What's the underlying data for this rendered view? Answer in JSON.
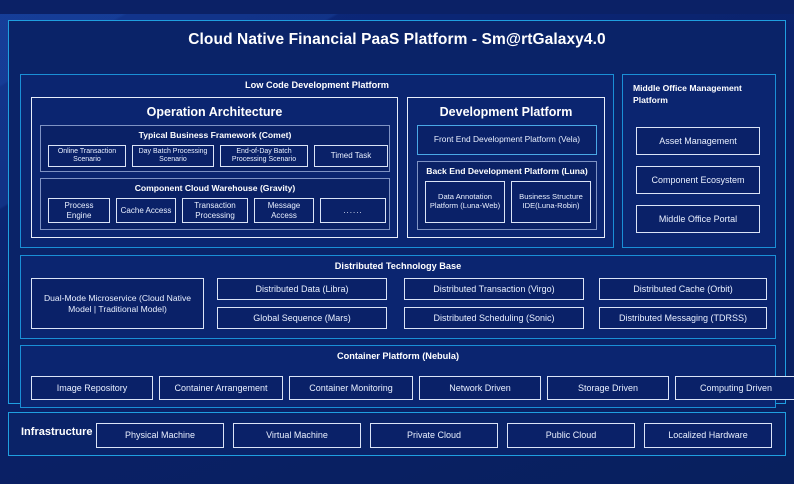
{
  "header": {
    "title": "Cloud Native Financial PaaS Platform - Sm@rtGalaxy4.0"
  },
  "low_code": {
    "title": "Low Code Development Platform",
    "operation_architecture": {
      "title": "Operation Architecture",
      "groups": [
        {
          "title": "Typical Business Framework (Comet)",
          "items": [
            "Online Transaction Scenario",
            "Day Batch Processing Scenario",
            "End-of-Day Batch Processing Scenario",
            "Timed Task"
          ]
        },
        {
          "title": "Component Cloud Warehouse (Gravity)",
          "items": [
            "Process Engine",
            "Cache Access",
            "Transaction Processing",
            "Message Access",
            "......"
          ]
        }
      ]
    },
    "development_platform": {
      "title": "Development Platform",
      "front_end": "Front End Development Platform (Vela)",
      "back_end": {
        "title": "Back End Development Platform (Luna)",
        "items": [
          "Data Annotation Platform (Luna-Web)",
          "Business Structure IDE(Luna-Robin)"
        ]
      }
    }
  },
  "middle_office": {
    "title": "Middle Office Management Platform",
    "items": [
      "Asset Management",
      "Component Ecosystem",
      "Middle Office Portal"
    ]
  },
  "distributed_technology_base": {
    "title": "Distributed Technology Base",
    "highlight": "Dual-Mode Microservice (Cloud Native Model | Traditional Model)",
    "items": [
      "Distributed Data (Libra)",
      "Distributed Transaction (Virgo)",
      "Distributed Cache (Orbit)",
      "Global Sequence (Mars)",
      "Distributed Scheduling (Sonic)",
      "Distributed Messaging (TDRSS)"
    ]
  },
  "container_platform": {
    "title": "Container Platform (Nebula)",
    "items": [
      "Image Repository",
      "Container Arrangement",
      "Container Monitoring",
      "Network Driven",
      "Storage Driven",
      "Computing Driven"
    ]
  },
  "infrastructure": {
    "label": "Infrastructure",
    "items": [
      "Physical Machine",
      "Virtual Machine",
      "Private Cloud",
      "Public Cloud",
      "Localized Hardware"
    ]
  },
  "colors": {
    "background": "#0a2472",
    "accent_cyan": "#1f9fe0",
    "border_white": "#e8eefb",
    "border_grey": "#7f93c4",
    "panel": "#0b2570"
  }
}
